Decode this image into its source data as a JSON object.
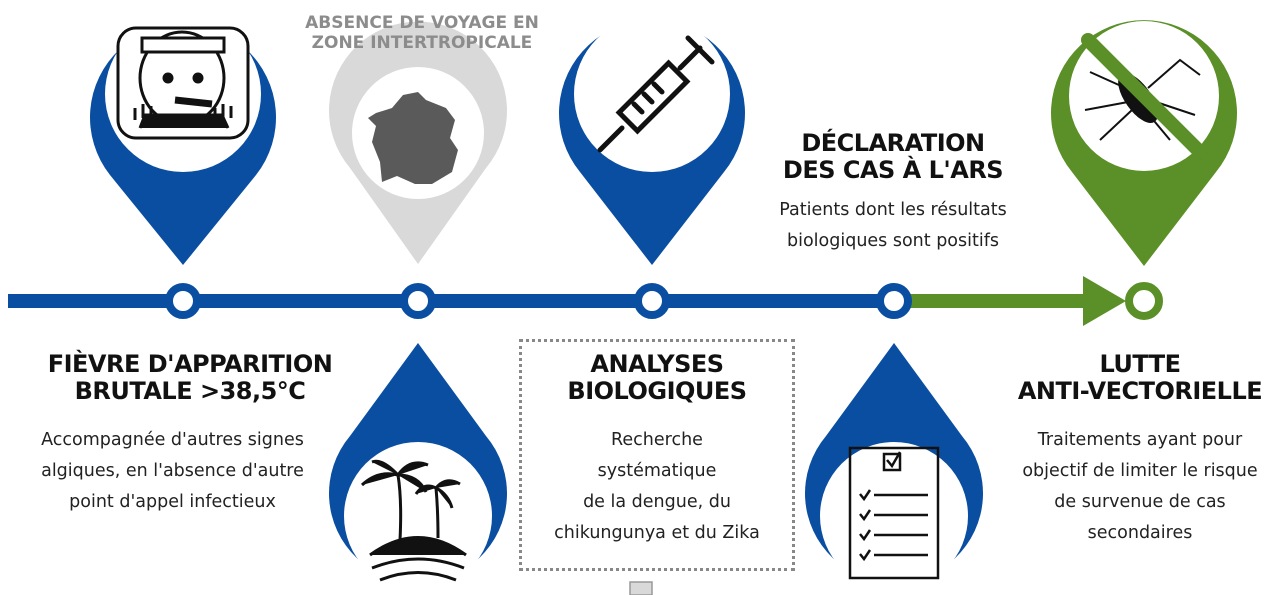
{
  "steps": [
    {
      "title": "FIÈVRE D'APPARITION BRUTALE >38,5°C",
      "title_lines": [
        "FIÈVRE D'APPARITION",
        "BRUTALE >38,5°C"
      ],
      "description_lines": [
        "Accompagnée d'autres signes",
        "algiques, en l'absence d'autre",
        "point d'appel infectieux"
      ],
      "icon": "sick-person-thermometer-icon"
    },
    {
      "title": "ABSENCE DE VOYAGE EN ZONE INTERTROPICALE",
      "title_lines": [
        "ABSENCE DE VOYAGE EN",
        "ZONE INTERTROPICALE"
      ],
      "icons": [
        "france-map-icon",
        "tropical-island-icon"
      ]
    },
    {
      "title": "ANALYSES BIOLOGIQUES",
      "title_lines": [
        "ANALYSES",
        "BIOLOGIQUES"
      ],
      "description_lines": [
        "Recherche",
        "systématique",
        "de la dengue, du",
        "chikungunya et du Zika"
      ],
      "icon": "syringe-icon"
    },
    {
      "title": "DÉCLARATION DES CAS À L'ARS",
      "title_lines": [
        "DÉCLARATION",
        "DES CAS À L'ARS"
      ],
      "description_lines": [
        "Patients dont les résultats",
        "biologiques sont positifs"
      ],
      "icon": "checklist-icon"
    },
    {
      "title": "LUTTE ANTI-VECTORIELLE",
      "title_lines": [
        "LUTTE",
        "ANTI-VECTORIELLE"
      ],
      "description_lines": [
        "Traitements ayant pour",
        "objectif de limiter le risque",
        "de survenue de cas",
        "secondaires"
      ],
      "icon": "no-mosquito-icon"
    }
  ],
  "colors": {
    "blue": "#0a4ea2",
    "green": "#5b8f27",
    "gray": "#d9d9d9",
    "dark_gray": "#5a5a5a"
  }
}
